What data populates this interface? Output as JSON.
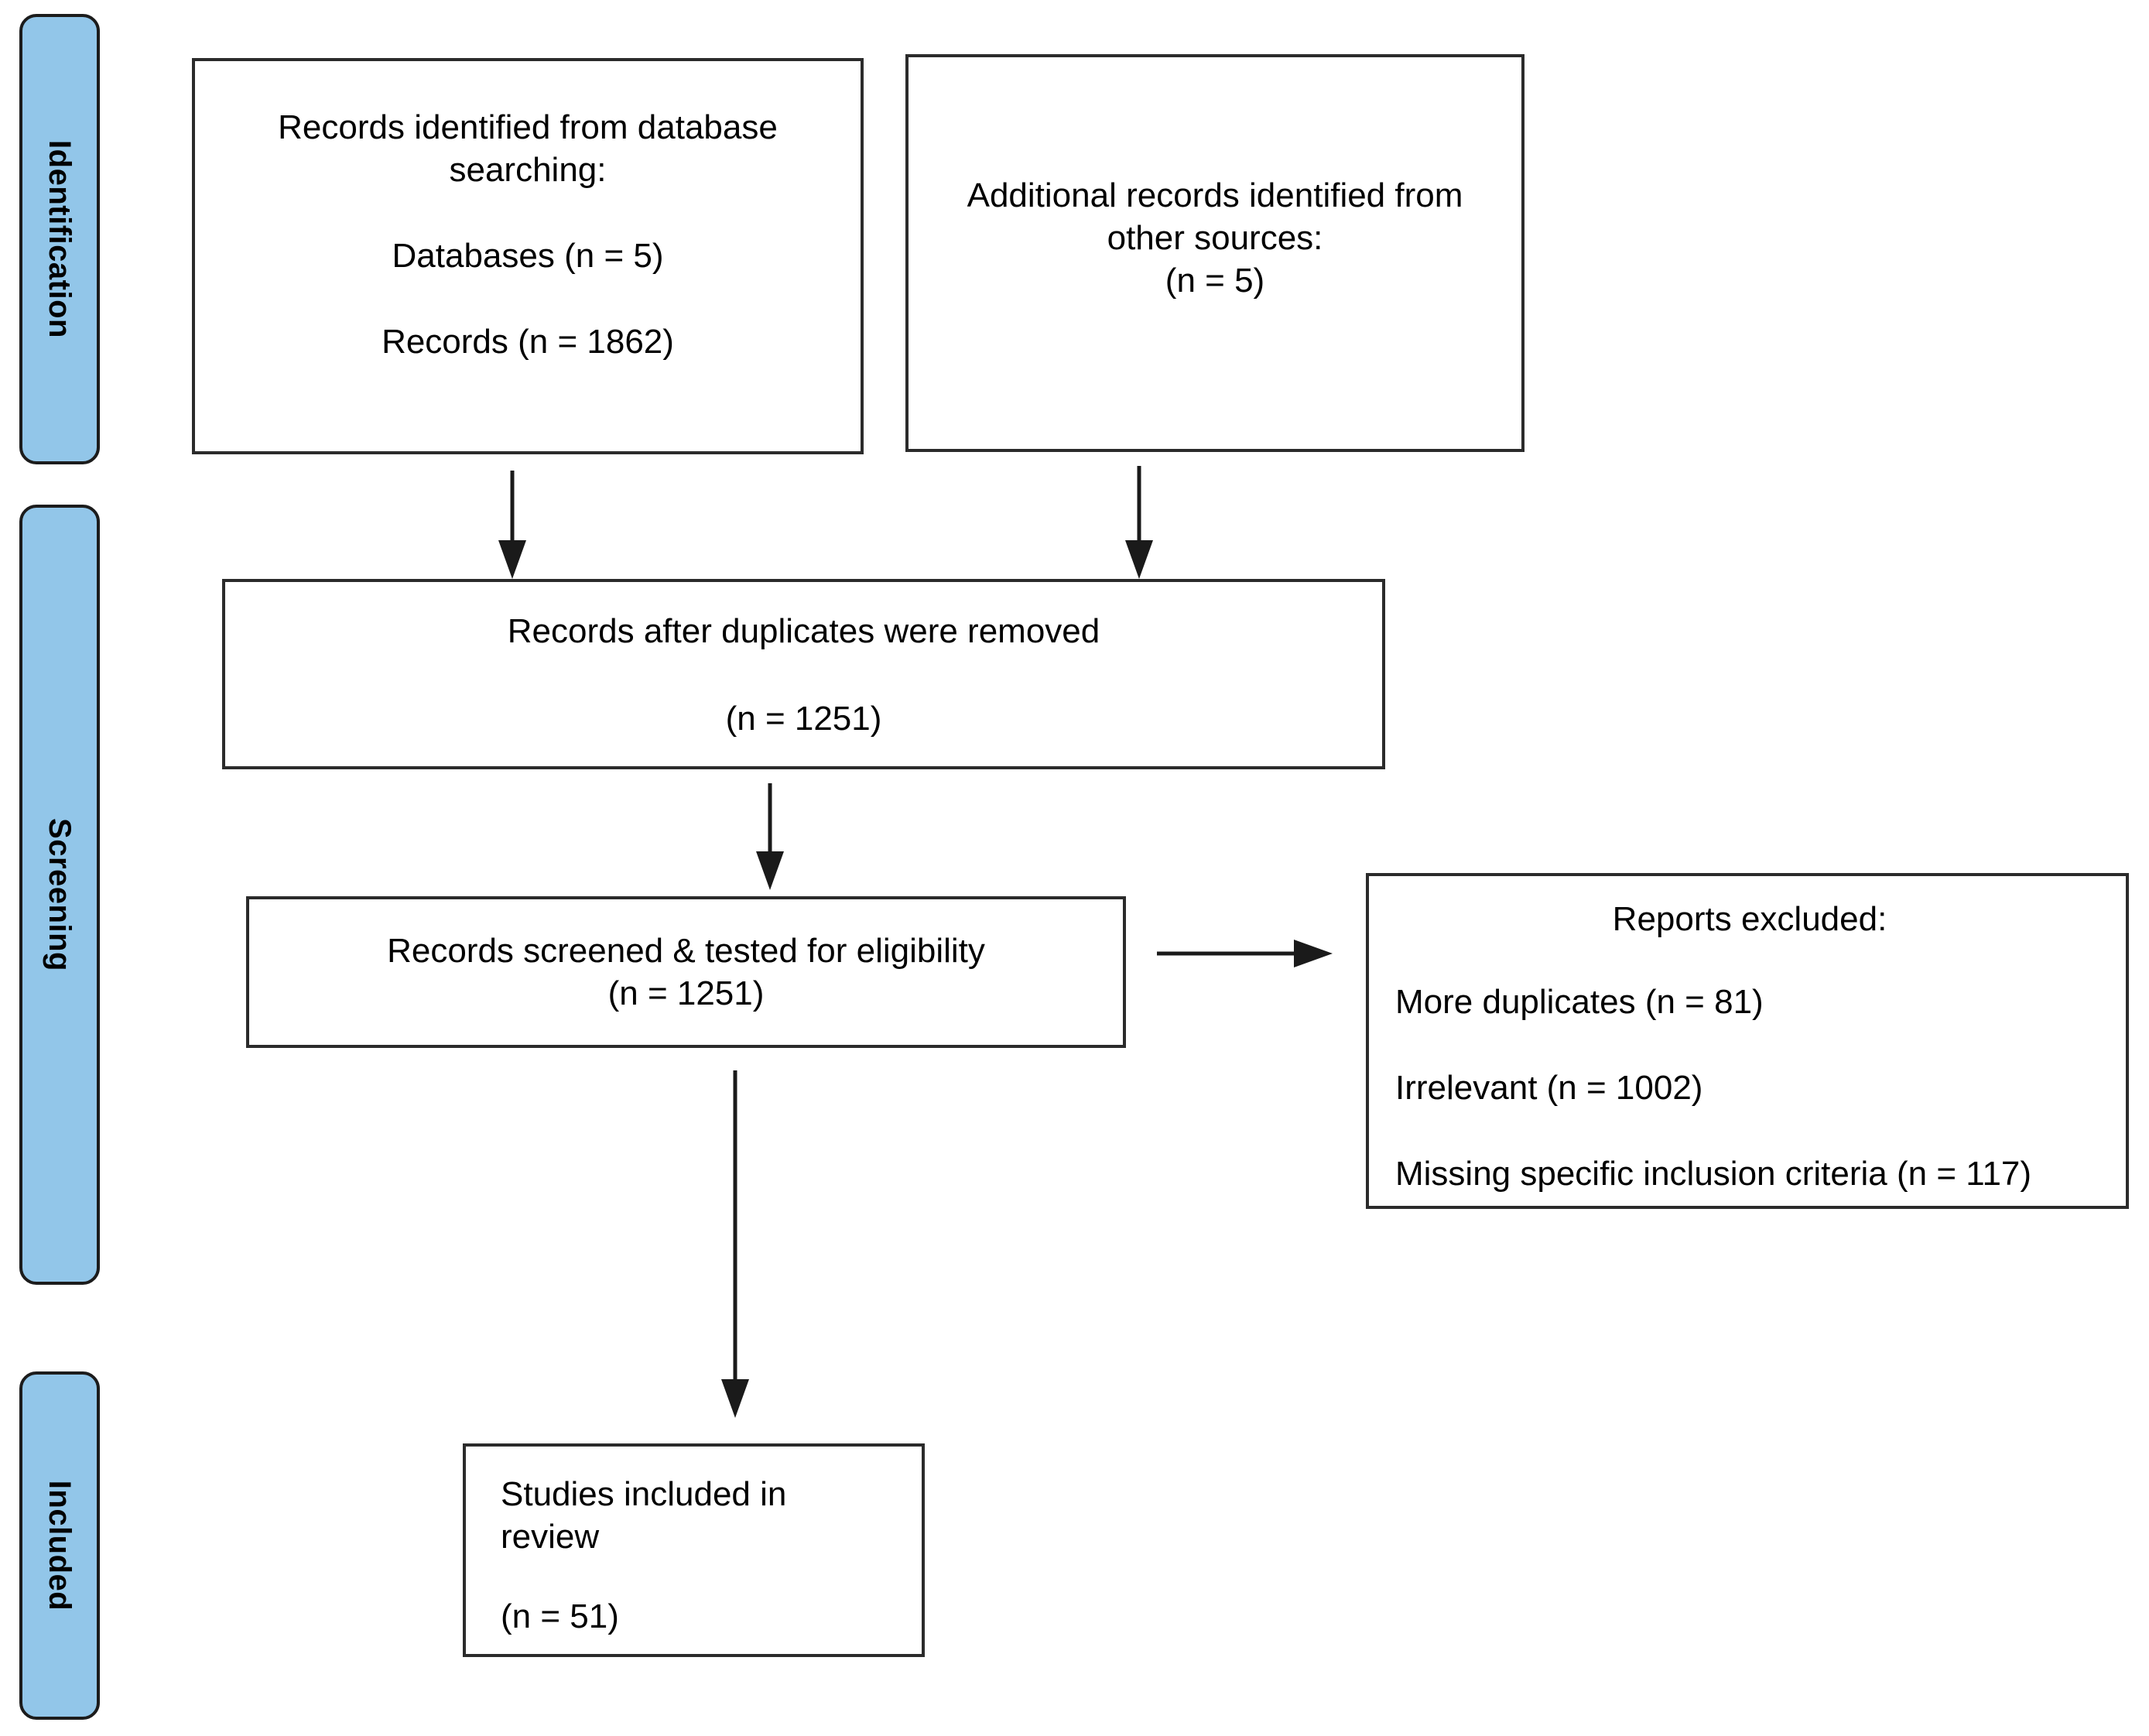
{
  "stages": {
    "identification": "Identification",
    "screening": "Screening",
    "included": "Included"
  },
  "boxes": {
    "identified": {
      "line1": "Records identified from database searching:",
      "line2": "Databases (n = 5)",
      "line3": "Records (n = 1862)"
    },
    "additional": {
      "line1": "Additional records identified from other sources:",
      "line2": "(n = 5)"
    },
    "deduplicated": {
      "line1": "Records after duplicates were removed",
      "line2": "(n = 1251)"
    },
    "screened": {
      "line1": "Records screened & tested for eligibility",
      "line2": "(n = 1251)"
    },
    "excluded": {
      "title": "Reports excluded:",
      "items": [
        "More duplicates (n = 81)",
        "Irrelevant (n = 1002)",
        "Missing specific inclusion criteria (n = 117)"
      ]
    },
    "included_studies": {
      "line1": "Studies included in review",
      "line2": "(n = 51)"
    }
  },
  "colors": {
    "stage_fill": "#92C6E9",
    "stage_border": "#1c1c1c",
    "box_border": "#2b2b2b",
    "arrow": "#1a1a1a",
    "text": "#000000",
    "background": "#ffffff"
  }
}
